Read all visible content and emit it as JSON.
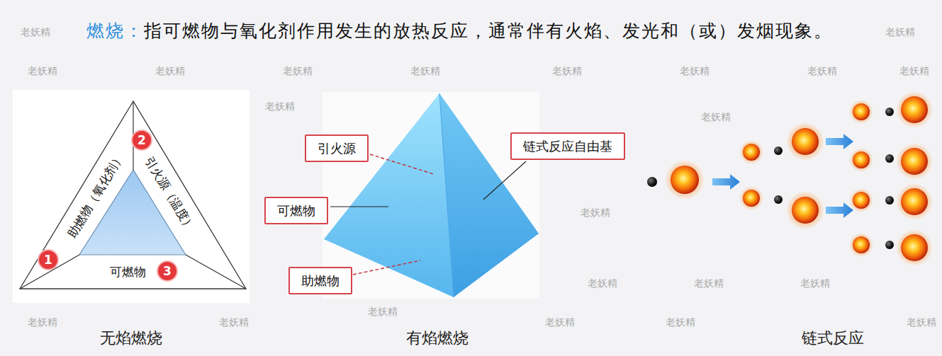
{
  "diagram": {
    "title": "燃烧：",
    "caption": "指可燃物与氧化剂作用发生的放热反应，通常伴有火焰、发光和（或）发烟现象。",
    "nodes": [
      {
        "text": [
          "引火源"
        ]
      },
      {
        "text": [
          "链式反应自由基"
        ]
      },
      {
        "text": [
          "可燃物"
        ]
      },
      {
        "text": [
          "助燃物"
        ]
      }
    ],
    "labels": [
      "助燃物（氧化剂）",
      "引火源（温度）",
      "可燃物",
      "1",
      "2",
      "3",
      "无焰燃烧",
      "有焰燃烧",
      "链式反应",
      "老妖精",
      "老妖精",
      "老妖精",
      "老妖精",
      "老妖精",
      "老妖精",
      "老妖精",
      "老妖精",
      "老妖精",
      "老妖精",
      "老妖精",
      "老妖精",
      "老妖精",
      "老妖精",
      "老妖精",
      "老妖精",
      "老妖精",
      "老妖精",
      "老妖精",
      "老妖精",
      "老妖精",
      "老妖精"
    ]
  }
}
